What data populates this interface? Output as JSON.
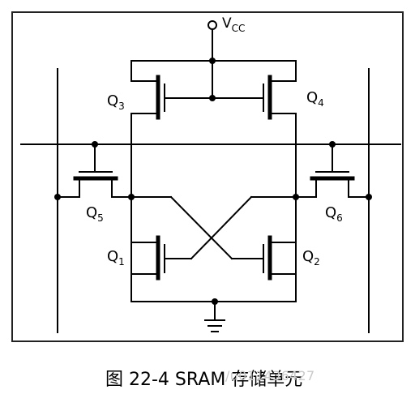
{
  "labels": {
    "vcc_main": "V",
    "vcc_sub": "CC",
    "q3_main": "Q",
    "q3_sub": "3",
    "q4_main": "Q",
    "q4_sub": "4",
    "q5_main": "Q",
    "q5_sub": "5",
    "q6_main": "Q",
    "q6_sub": "6",
    "q1_main": "Q",
    "q1_sub": "1",
    "q2_main": "Q",
    "q2_sub": "2"
  },
  "caption": "图 22-4 SRAM 存储单元",
  "watermark": "/u011436427",
  "colors": {
    "line": "#000000",
    "frame": "#222222",
    "watermark": "#c9c9c9"
  }
}
